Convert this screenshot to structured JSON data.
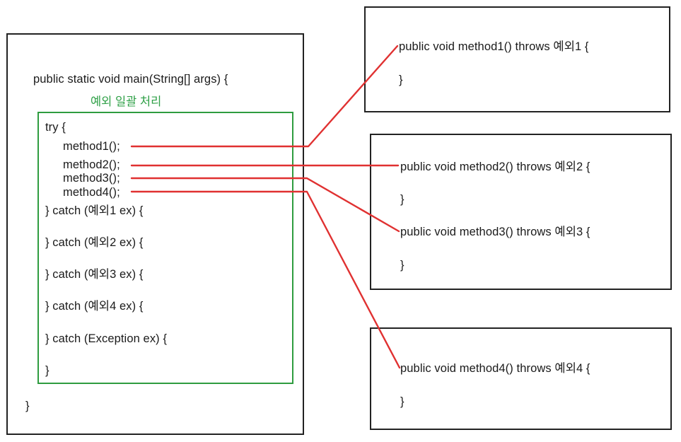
{
  "diagram": {
    "title": "Java exception handling - batch catch diagram",
    "accent_green": "#2e9c3f",
    "connector_red": "#e03131",
    "border_black": "#222222"
  },
  "main_box": {
    "signature": "public static void main(String[] args) {",
    "closing_brace": "}",
    "green_annotation": "예외 일괄 처리"
  },
  "try_block": {
    "try_line": "try {",
    "calls": [
      {
        "label": "method1();"
      },
      {
        "label": "method2();"
      },
      {
        "label": "method3();"
      },
      {
        "label": "method4();"
      }
    ],
    "catches": [
      {
        "label": "} catch (예외1 ex) {"
      },
      {
        "label": "} catch (예외2 ex) {"
      },
      {
        "label": "} catch (예외3 ex) {"
      },
      {
        "label": "} catch (예외4 ex) {"
      },
      {
        "label": "} catch (Exception ex) {"
      }
    ],
    "closing_brace": "}"
  },
  "method_boxes": [
    {
      "id": "box-method1",
      "methods": [
        {
          "signature": "public void method1() throws 예외1 {",
          "closing_brace": "}"
        }
      ]
    },
    {
      "id": "box-method2-method3",
      "methods": [
        {
          "signature": "public void method2() throws 예외2 {",
          "closing_brace": "}"
        },
        {
          "signature": "public void method3() throws 예외3 {",
          "closing_brace": "}"
        }
      ]
    },
    {
      "id": "box-method4",
      "methods": [
        {
          "signature": "public void method4() throws 예외4 {",
          "closing_brace": "}"
        }
      ]
    }
  ]
}
